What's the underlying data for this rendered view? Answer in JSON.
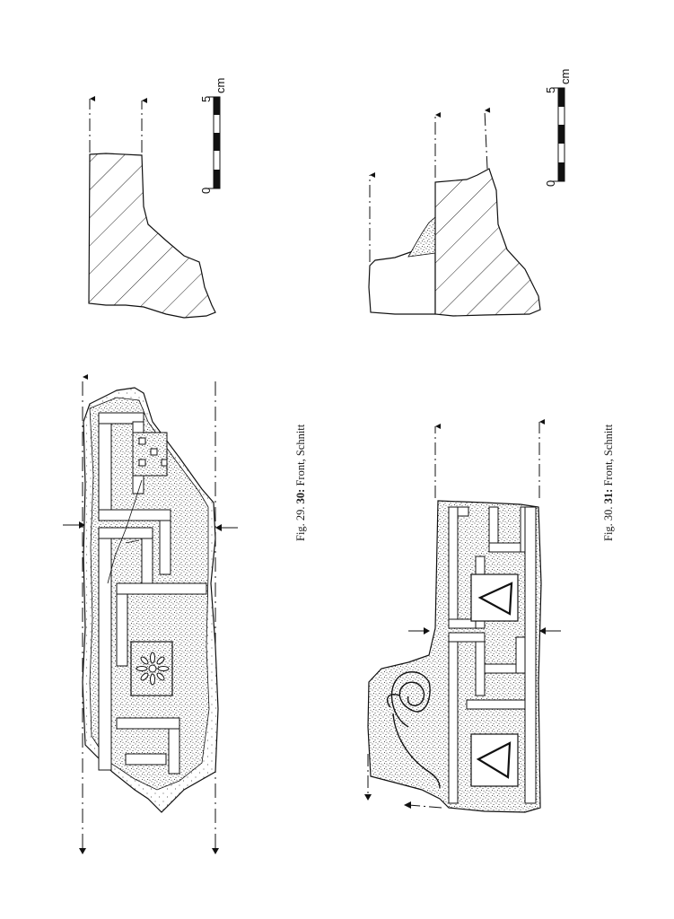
{
  "page": {
    "background": "#ffffff",
    "ink": "#111111"
  },
  "figures": [
    {
      "id": "fig29",
      "caption_prefix": "Fig. 29.",
      "caption_number": "30:",
      "caption_text": "Front, Schnitt",
      "views": [
        "front",
        "section"
      ],
      "front_ornament": [
        "meander",
        "square with four small squares",
        "square with eight-petal rosette"
      ],
      "scale": {
        "start_label": "0",
        "end_label": "5",
        "unit": "cm"
      }
    },
    {
      "id": "fig30",
      "caption_prefix": "Fig. 30.",
      "caption_number": "31:",
      "caption_text": "Front, Schnitt",
      "views": [
        "front",
        "section"
      ],
      "front_ornament": [
        "meander",
        "square with triangle",
        "square with triangle",
        "spiral tendril"
      ],
      "scale": {
        "start_label": "0",
        "end_label": "5",
        "unit": "cm"
      }
    }
  ]
}
